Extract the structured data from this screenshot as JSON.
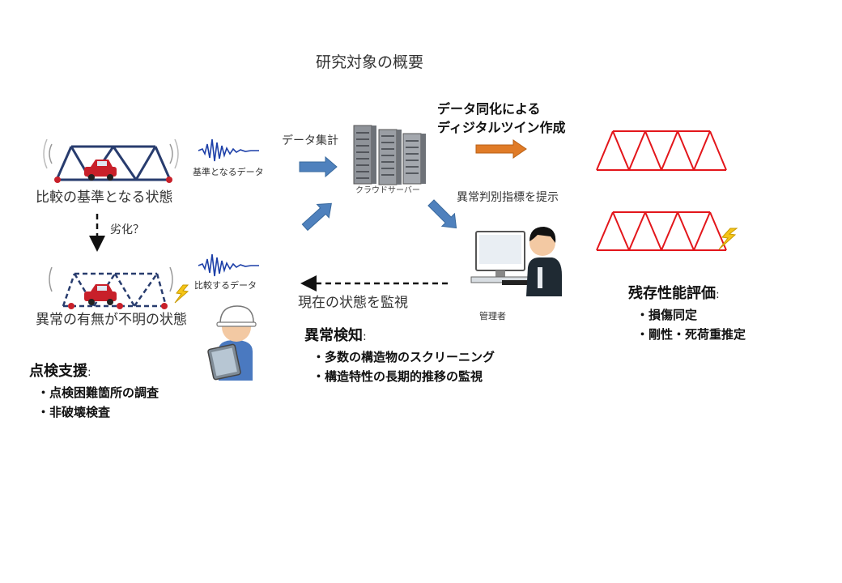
{
  "title": "研究対象の概要",
  "left": {
    "baseline_state": "比較の基準となる状態",
    "deterioration_q": "劣化？",
    "unknown_state": "異常の有無が不明の状態",
    "baseline_data": "基準となるデータ",
    "compare_data": "比較するデータ"
  },
  "center": {
    "aggregation": "データ集計",
    "server": "クラウドサーバー",
    "criteria": "異常判別指標を提示",
    "manager": "管理者",
    "monitor_current": "現在の状態を監視"
  },
  "digital_twin": {
    "line1": "データ同化による",
    "line2": "ディジタルツイン作成"
  },
  "inspection_support": {
    "heading": "点検支援",
    "colon": ":",
    "items": [
      "・点検困難箇所の調査",
      "・非破壊検査"
    ]
  },
  "anomaly_detection": {
    "heading": "異常検知",
    "colon": ":",
    "items": [
      "・多数の構造物のスクリーニング",
      "・構造特性の長期的推移の監視"
    ]
  },
  "residual_eval": {
    "heading": "残存性能評価",
    "colon": ":",
    "items": [
      "・損傷同定",
      "・剛性・死荷重推定"
    ]
  },
  "colors": {
    "blue_arrow": "#4f81bd",
    "orange_arrow": "#e07b27",
    "truss_red": "#e3161b",
    "bridge_navy": "#283c6e",
    "signal_blue": "#1c3fa8",
    "car_red": "#c8202a"
  }
}
